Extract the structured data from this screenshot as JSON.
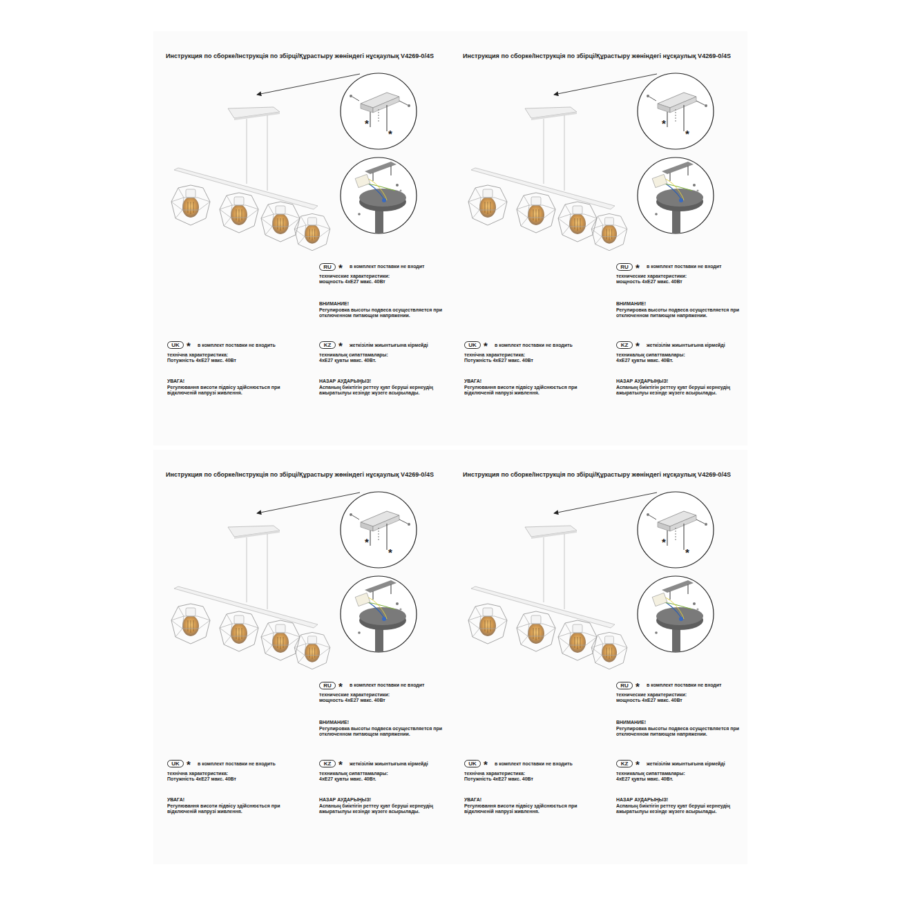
{
  "diagram": {
    "nodes": [
      {
        "text": [
          "RU"
        ]
      },
      {
        "text": [
          "UK"
        ]
      },
      {
        "text": [
          "KZ"
        ]
      },
      {
        "text": [
          "RU"
        ]
      },
      {
        "text": [
          "UK"
        ]
      },
      {
        "text": [
          "KZ"
        ]
      },
      {
        "text": [
          "RU"
        ]
      },
      {
        "text": [
          "UK"
        ]
      },
      {
        "text": [
          "KZ"
        ]
      },
      {
        "text": [
          "RU"
        ]
      },
      {
        "text": [
          "UK"
        ]
      },
      {
        "text": [
          "KZ"
        ]
      }
    ],
    "labels": [
      "Инструкция по сборке/Інструкція по збірці/Құрастыру жөніндегі нұсқаулық V4269-0/4S",
      "*",
      "*",
      "*",
      "в комплект поставки не входит",
      "технические характеристики:",
      "мощность 4xE27 макс. 40Вт",
      "ВНИМАНИЕ!",
      "Регулировка высоты подвеса осуществляется при отключенном питающем напряжении.",
      "*",
      "в комплект поставки не входить",
      "технічна характеристика:",
      "Потужність 4xE27 макс. 40Вт",
      "УВАГА!",
      "Регулювання висоти підвісу здійснюється при відключеній напрузі живлення.",
      "*",
      "жеткізілім жиынтығына кірмейді",
      "техникалық сипаттамалары:",
      "4xE27 қуаты макс. 40Вт.",
      "НАЗАР АУДАРЫҢЫЗ!",
      "Аспаның биіктігін реттеу қуат беруші кернеудің ажыратылуы кезінде жүзеге асырылады.",
      "Инструкция по сборке/Інструкція по збірці/Құрастыру жөніндегі нұсқаулық V4269-0/4S",
      "*",
      "*",
      "*",
      "в комплект поставки не входит",
      "технические характеристики:",
      "мощность 4xE27 макс. 40Вт",
      "ВНИМАНИЕ!",
      "Регулировка высоты подвеса осуществляется при отключенном питающем напряжении.",
      "*",
      "в комплект поставки не входить",
      "технічна характеристика:",
      "Потужність 4xE27 макс. 40Вт",
      "УВАГА!",
      "Регулювання висоти підвісу здійснюється при відключеній напрузі живлення.",
      "*",
      "жеткізілім жиынтығына кірмейді",
      "техникалық сипаттамалары:",
      "4xE27 қуаты макс. 40Вт.",
      "НАЗАР АУДАРЫҢЫЗ!",
      "Аспаның биіктігін реттеу қуат беруші кернеудің ажыратылуы кезінде жүзеге асырылады.",
      "Инструкция по сборке/Інструкція по збірці/Құрастыру жөніндегі нұсқаулық V4269-0/4S",
      "*",
      "*",
      "*",
      "в комплект поставки не входит",
      "технические характеристики:",
      "мощность 4xE27 макс. 40Вт",
      "ВНИМАНИЕ!",
      "Регулировка высоты подвеса осуществляется при отключенном питающем напряжении.",
      "*",
      "в комплект поставки не входить",
      "технічна характеристика:",
      "Потужність 4xE27 макс. 40Вт",
      "УВАГА!",
      "Регулювання висоти підвісу здійснюється при відключеній напрузі живлення.",
      "*",
      "жеткізілім жиынтығына кірмейді",
      "техникалық сипаттамалары:",
      "4xE27 қуаты макс. 40Вт.",
      "НАЗАР АУДАРЫҢЫЗ!",
      "Аспаның биіктігін реттеу қуат беруші кернеудің ажыратылуы кезінде жүзеге асырылады.",
      "Инструкция по сборке/Інструкція по збірці/Құрастыру жөніндегі нұсқаулық V4269-0/4S",
      "*",
      "*",
      "*",
      "в комплект поставки не входит",
      "технические характеристики:",
      "мощность 4xE27 макс. 40Вт",
      "ВНИМАНИЕ!",
      "Регулировка высоты подвеса осуществляется при отключенном питающем напряжении.",
      "*",
      "в комплект поставки не входить",
      "технічна характеристика:",
      "Потужність 4xE27 макс. 40Вт",
      "УВАГА!",
      "Регулювання висоти підвісу здійснюється при відключеній напрузі живлення.",
      "*",
      "жеткізілім жиынтығына кірмейді",
      "техникалық сипаттамалары:",
      "4xE27 қуаты макс. 40Вт.",
      "НАЗАР АУДАРЫҢЫЗ!",
      "Аспаның биіктігін реттеу қуат беруші кернеудің ажыратылуы кезінде жүзеге асырылады."
    ]
  }
}
